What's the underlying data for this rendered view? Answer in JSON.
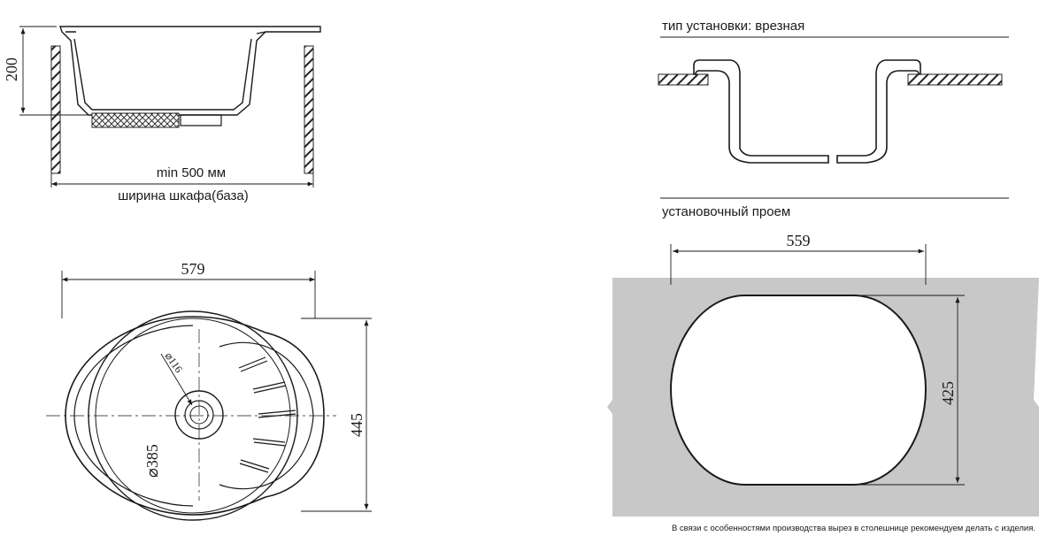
{
  "side_view": {
    "height_dim": "200",
    "min_width": "min 500 мм",
    "cabinet_label": "ширина шкафа(база)"
  },
  "top_view": {
    "width_dim": "579",
    "height_dim": "445",
    "bowl_diameter": "⌀385",
    "drain_diameter": "⌀116"
  },
  "install_type": {
    "label": "тип установки: врезная"
  },
  "cutout": {
    "label": "установочный проем",
    "width_dim": "559",
    "height_dim": "425",
    "note": "В связи с особенностями производства вырез в столешнице рекомендуем делать с изделия."
  },
  "colors": {
    "line": "#1a1a1a",
    "countertop": "#c8c8c8"
  }
}
